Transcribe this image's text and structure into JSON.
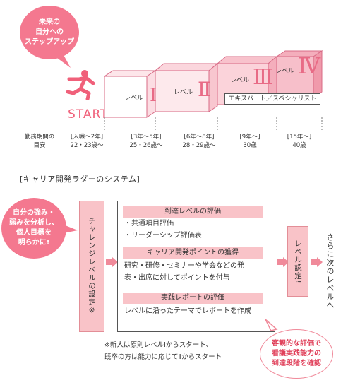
{
  "top_bubble": "未来の\n自分への\nステップアップ",
  "start_label": "START",
  "levels": [
    {
      "label": "レベル",
      "roman": "Ⅰ"
    },
    {
      "label": "レベル",
      "roman": "Ⅱ"
    },
    {
      "label": "レベル",
      "roman": "Ⅲ"
    },
    {
      "label": "レベル",
      "roman": "Ⅳ"
    }
  ],
  "expert_label": "エキスパート／スペシャリスト",
  "timeline": {
    "heading": "勤務期間の\n目安",
    "items": [
      "[入職〜2年]\n22・23歳〜",
      "[3年〜5年]\n25・26歳〜",
      "[6年〜8年]\n28・29歳〜",
      "[9年〜]\n30歳",
      "[15年〜]\n40歳"
    ]
  },
  "system_title": "[キャリア開発ラダーのシステム]",
  "left_bubble": "自分の強み・\n弱みを分析し、\n個人目標を\n明らかに!",
  "challenge_box": "チャレンジレベルの設定※",
  "sections": [
    {
      "heading": "到達レベルの評価",
      "body": "・共通項目評価\n・リーダーシップ評価表"
    },
    {
      "heading": "キャリア開発ポイントの獲得",
      "body": "研究・研修・セミナーや学会などの発\n表・出席に対してポイントを付与"
    },
    {
      "heading": "実践レポートの評価",
      "body": "レベルに沿ったテーマでレポートを作成"
    }
  ],
  "level_cert_box": "レベル認定!",
  "next_level": "さらに次のレベルへ",
  "note": "※新人は原則レベルⅠからスタート、\n既卒の方は能力に応じてⅡからスタート",
  "bottom_bubble": "客観的な評価で\n看護実践能力の\n到達段階を確認",
  "colors": {
    "pink_light": "#f9c3c8",
    "pink_main": "#f08a9a",
    "pink_dark": "#e0405a"
  }
}
